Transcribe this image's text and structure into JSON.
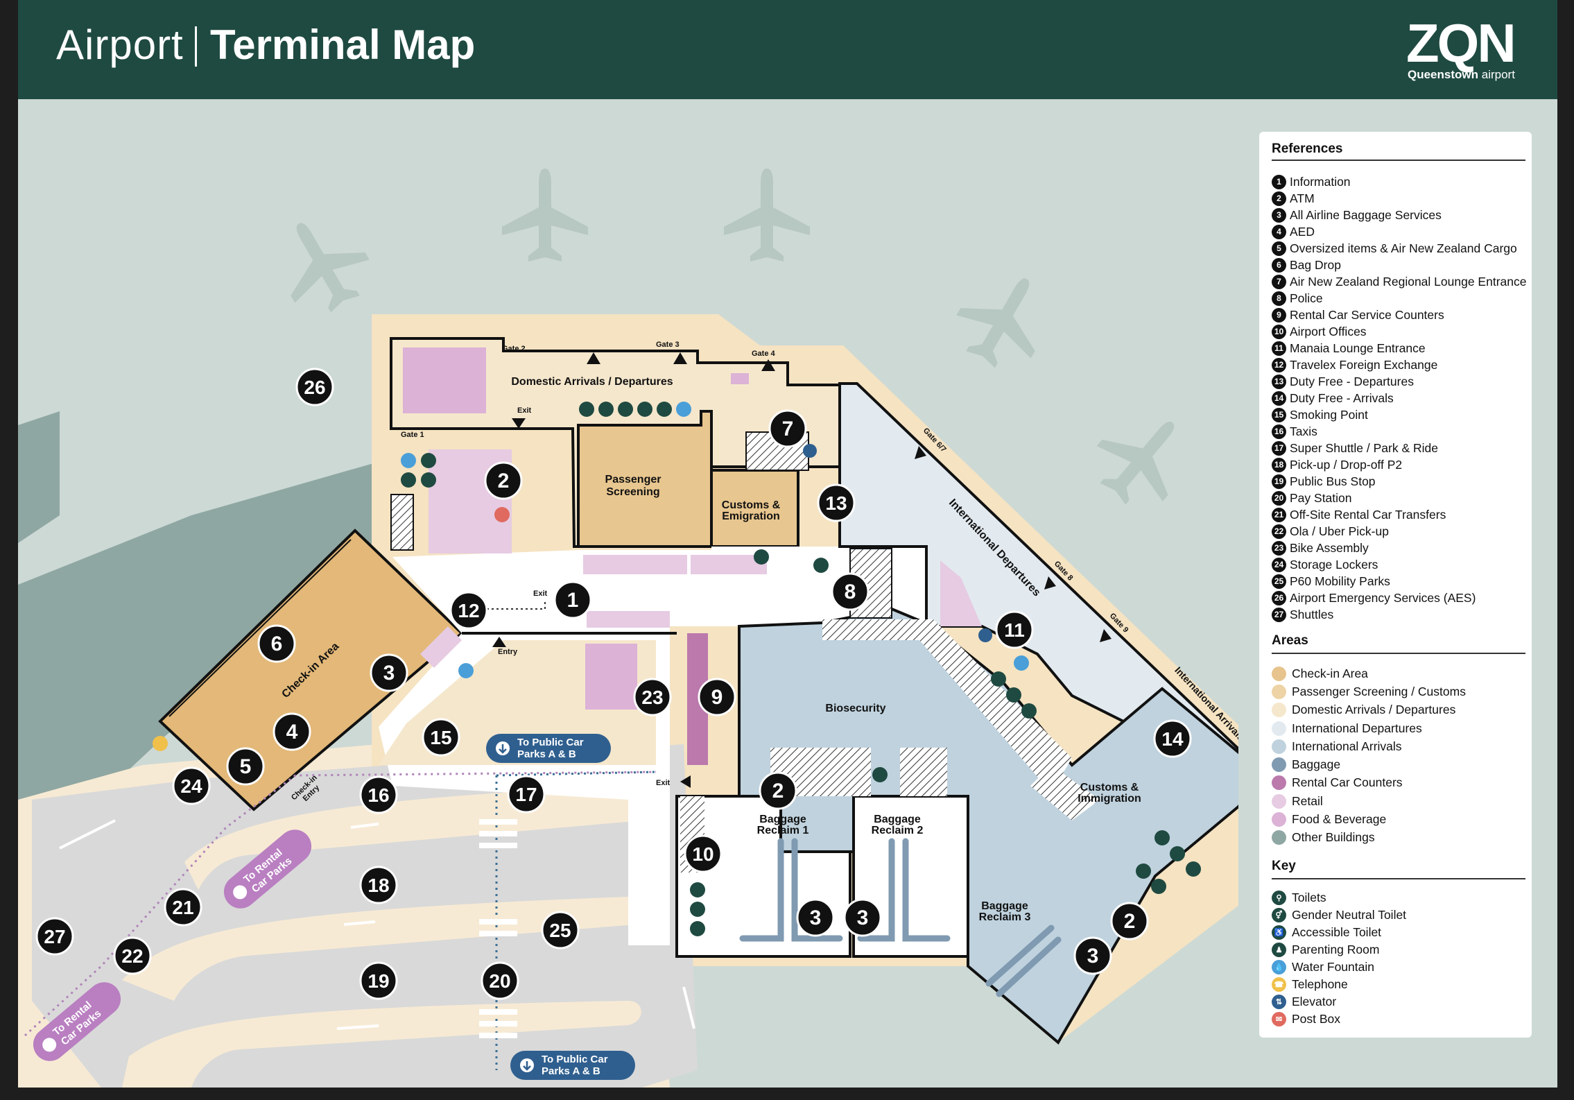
{
  "header": {
    "prefix": "Airport",
    "title": "Terminal Map",
    "logo": "ZQN",
    "logo_sub_bold": "Queenstown",
    "logo_sub": "airport"
  },
  "map": {
    "areas": {
      "domestic": "Domestic Arrivals / Departures",
      "screening_1": "Passenger",
      "screening_2": "Screening",
      "customs_emig_1": "Customs &",
      "customs_emig_2": "Emigration",
      "checkin": "Check-in Area",
      "checkin_entry_1": "Check-in",
      "checkin_entry_2": "Entry",
      "intl_dep": "International Departures",
      "intl_arr": "International Arrivals",
      "biosecurity": "Biosecurity",
      "customs_immig_1": "Customs &",
      "customs_immig_2": "Immigration",
      "reclaim1_1": "Baggage",
      "reclaim1_2": "Reclaim 1",
      "reclaim2_1": "Baggage",
      "reclaim2_2": "Reclaim 2",
      "reclaim3_1": "Baggage",
      "reclaim3_2": "Reclaim 3"
    },
    "gates": {
      "g1": "Gate 1",
      "g2": "Gate 2",
      "g3": "Gate 3",
      "g4": "Gate 4",
      "g67": "Gate 6/7",
      "g8": "Gate 8",
      "g9": "Gate 9"
    },
    "signs": {
      "exit": "Exit",
      "entry": "Entry",
      "public_car_1": "To Public Car",
      "public_car_2": "Parks A & B",
      "rental_car_1": "To Rental",
      "rental_car_2": "Car Parks"
    },
    "markers": [
      "26",
      "2",
      "7",
      "13",
      "12",
      "1",
      "6",
      "3",
      "4",
      "5",
      "8",
      "11",
      "23",
      "9",
      "15",
      "14",
      "24",
      "16",
      "17",
      "2",
      "10",
      "18",
      "21",
      "27",
      "22",
      "25",
      "19",
      "20",
      "3",
      "3",
      "2",
      "3"
    ]
  },
  "legend": {
    "references_title": "References",
    "references": [
      {
        "num": "1",
        "label": "Information"
      },
      {
        "num": "2",
        "label": "ATM"
      },
      {
        "num": "3",
        "label": "All Airline Baggage Services"
      },
      {
        "num": "4",
        "label": "AED"
      },
      {
        "num": "5",
        "label": "Oversized items & Air New Zealand Cargo"
      },
      {
        "num": "6",
        "label": "Bag Drop"
      },
      {
        "num": "7",
        "label": "Air New Zealand Regional Lounge Entrance"
      },
      {
        "num": "8",
        "label": "Police"
      },
      {
        "num": "9",
        "label": "Rental Car Service Counters"
      },
      {
        "num": "10",
        "label": "Airport Offices"
      },
      {
        "num": "11",
        "label": "Manaia Lounge Entrance"
      },
      {
        "num": "12",
        "label": "Travelex Foreign Exchange"
      },
      {
        "num": "13",
        "label": "Duty Free - Departures"
      },
      {
        "num": "14",
        "label": "Duty Free - Arrivals"
      },
      {
        "num": "15",
        "label": "Smoking Point"
      },
      {
        "num": "16",
        "label": "Taxis"
      },
      {
        "num": "17",
        "label": "Super Shuttle / Park & Ride"
      },
      {
        "num": "18",
        "label": "Pick-up / Drop-off P2"
      },
      {
        "num": "19",
        "label": "Public Bus Stop"
      },
      {
        "num": "20",
        "label": "Pay Station"
      },
      {
        "num": "21",
        "label": "Off-Site Rental Car Transfers"
      },
      {
        "num": "22",
        "label": "Ola / Uber Pick-up"
      },
      {
        "num": "23",
        "label": "Bike Assembly"
      },
      {
        "num": "24",
        "label": "Storage Lockers"
      },
      {
        "num": "25",
        "label": "P60 Mobility Parks"
      },
      {
        "num": "26",
        "label": "Airport Emergency Services (AES)"
      },
      {
        "num": "27",
        "label": "Shuttles"
      }
    ],
    "areas_title": "Areas",
    "areas": [
      {
        "label": "Check-in Area",
        "color": "#e7c48d"
      },
      {
        "label": "Passenger Screening / Customs",
        "color": "#edd3a5"
      },
      {
        "label": "Domestic Arrivals / Departures",
        "color": "#f5e7cc"
      },
      {
        "label": "International Departures",
        "color": "#e2eaf0"
      },
      {
        "label": "International Arrivals",
        "color": "#bfd2de"
      },
      {
        "label": "Baggage",
        "color": "#7f9ab1"
      },
      {
        "label": "Rental Car Counters",
        "color": "#bb79ac"
      },
      {
        "label": "Retail",
        "color": "#e6cbe2"
      },
      {
        "label": "Food & Beverage",
        "color": "#dcb2d6"
      },
      {
        "label": "Other Buildings",
        "color": "#8fa7a2"
      }
    ],
    "key_title": "Key",
    "key": [
      {
        "label": "Toilets",
        "icon": "toilets-icon",
        "color": "#1f4a41",
        "glyph": "⚲"
      },
      {
        "label": "Gender Neutral Toilet",
        "icon": "gender-neutral-toilet-icon",
        "color": "#1f4a41",
        "glyph": "⚥"
      },
      {
        "label": "Accessible Toilet",
        "icon": "accessible-toilet-icon",
        "color": "#1f4a41",
        "glyph": "♿"
      },
      {
        "label": "Parenting Room",
        "icon": "parenting-room-icon",
        "color": "#1f4a41",
        "glyph": "♟"
      },
      {
        "label": "Water Fountain",
        "icon": "water-fountain-icon",
        "color": "#4a9fd8",
        "glyph": "💧"
      },
      {
        "label": "Telephone",
        "icon": "telephone-icon",
        "color": "#f0c04a",
        "glyph": "☎"
      },
      {
        "label": "Elevator",
        "icon": "elevator-icon",
        "color": "#2f5f8f",
        "glyph": "⇅"
      },
      {
        "label": "Post Box",
        "icon": "post-box-icon",
        "color": "#e06a5f",
        "glyph": "✉"
      }
    ]
  }
}
